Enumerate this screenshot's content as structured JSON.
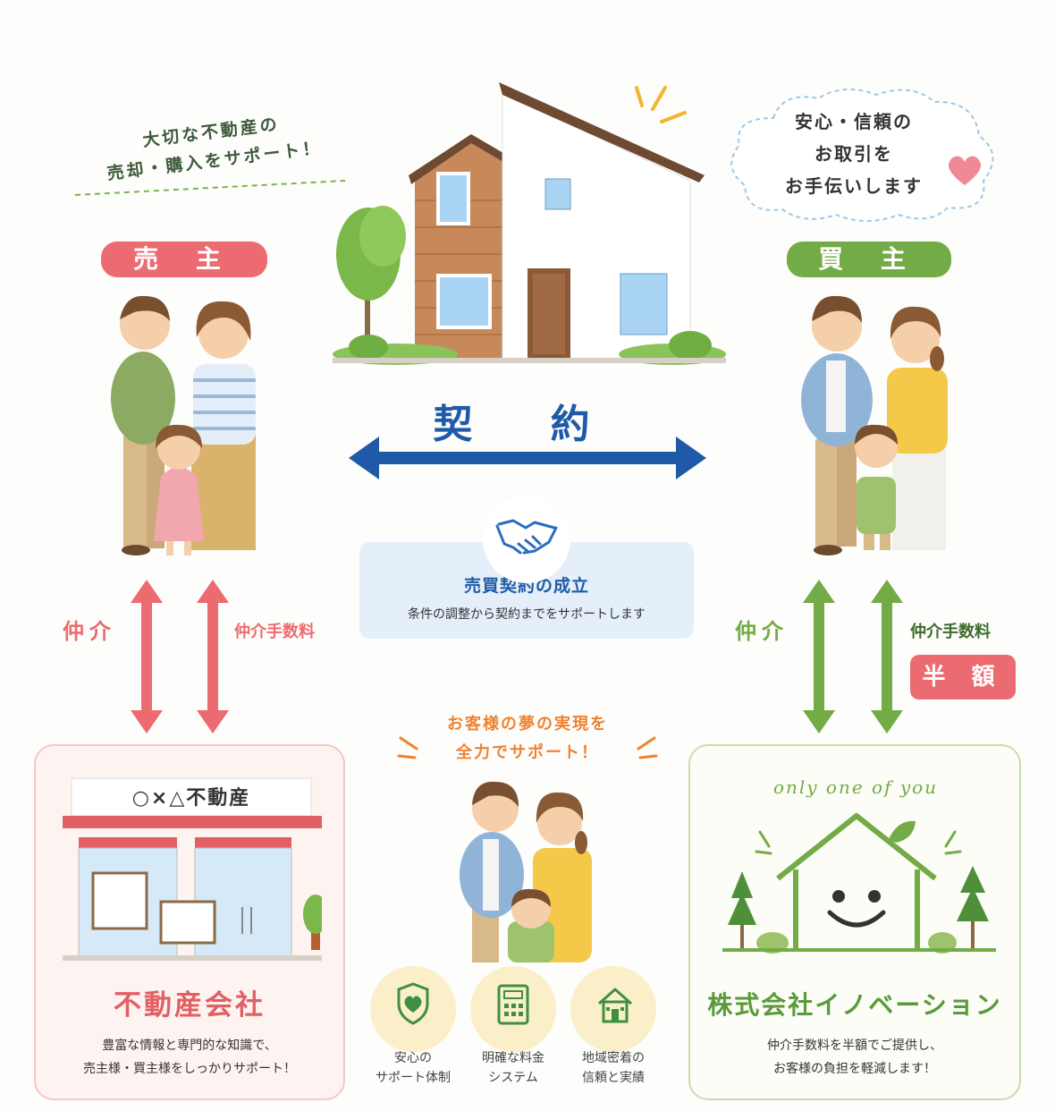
{
  "top_left_caption": {
    "line1": "大切な不動産の",
    "line2": "売却・購入をサポート！"
  },
  "top_right_cloud": {
    "line1": "安心・信頼の",
    "line2": "お取引を",
    "line3": "お手伝いします"
  },
  "seller": {
    "label": "売 主",
    "mediation": "仲介",
    "fee": "仲介手数料"
  },
  "buyer": {
    "label": "買 主",
    "mediation": "仲介",
    "fee": "仲介手数料",
    "half_badge": "半 額"
  },
  "contract": {
    "label": "契 約",
    "success_title": "売買契約の成立",
    "success_desc": "条件の調整から契約までをサポートします"
  },
  "center_bottom": {
    "line1": "お客様の夢の実現を",
    "line2": "全力でサポート！"
  },
  "left_company": {
    "sign": "○×△不動産",
    "title": "不動産会社",
    "desc_line1": "豊富な情報と専門的な知識で、",
    "desc_line2": "売主様・買主様をしっかりサポート！"
  },
  "right_company": {
    "logo_text": "only one of you",
    "title": "株式会社イノベーション",
    "desc_line1": "仲介手数料を半額でご提供し、",
    "desc_line2": "お客様の負担を軽減します！"
  },
  "features": [
    {
      "icon": "shield-heart-icon",
      "line1": "安心の",
      "line2": "サポート体制"
    },
    {
      "icon": "calculator-icon",
      "line1": "明確な料金",
      "line2": "システム"
    },
    {
      "icon": "house-icon",
      "line1": "地域密着の",
      "line2": "信頼と実績"
    }
  ],
  "colors": {
    "seller": "#ec6b70",
    "buyer": "#73ab46",
    "contract": "#1f5aa8",
    "accent_orange": "#ef8232"
  }
}
